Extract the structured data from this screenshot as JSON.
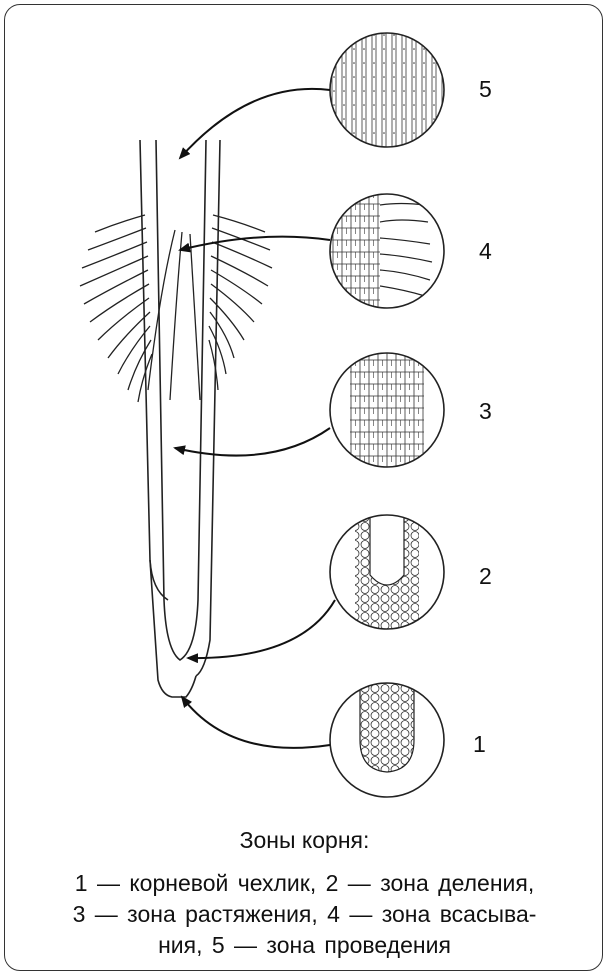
{
  "zones": [
    {
      "num": "5",
      "name": "зона проведения"
    },
    {
      "num": "4",
      "name": "зона всасывания"
    },
    {
      "num": "3",
      "name": "зона растяжения"
    },
    {
      "num": "2",
      "name": "зона деления"
    },
    {
      "num": "1",
      "name": "корневой чехлик"
    }
  ],
  "caption": {
    "title": "Зоны корня:",
    "line1": "1 — корневой чехлик, 2 — зона деления,",
    "line2": "3 — зона растяжения, 4 — зона всасыва-",
    "line3": "ния, 5 — зона проведения"
  }
}
